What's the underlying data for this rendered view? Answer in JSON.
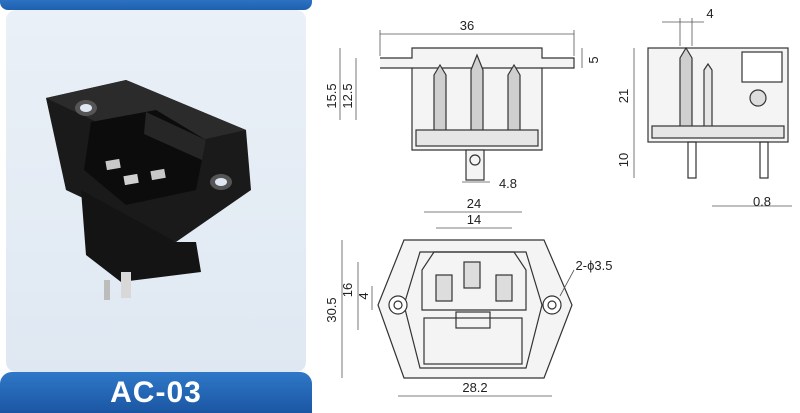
{
  "model": "AC-03",
  "colors": {
    "accent": "#1e5fb0",
    "panel": "#e3ebf4",
    "line": "#333333"
  },
  "photo": {
    "subject": "black panel-mount AC power inlet socket with two mounting holes"
  },
  "side_view": {
    "width": "36",
    "height_total": "15.5",
    "height_inner": "12.5",
    "flange": "5",
    "terminal": "4.8"
  },
  "end_view": {
    "top": "4",
    "upper": "21",
    "lower": "10",
    "terminal": "0.8"
  },
  "front_view": {
    "width_outer": "24",
    "width_inner": "14",
    "height": "30.5",
    "height_inner": "16",
    "pin_offset": "4",
    "holes": "2-ϕ3.5",
    "hole_spacing": "28.2"
  }
}
